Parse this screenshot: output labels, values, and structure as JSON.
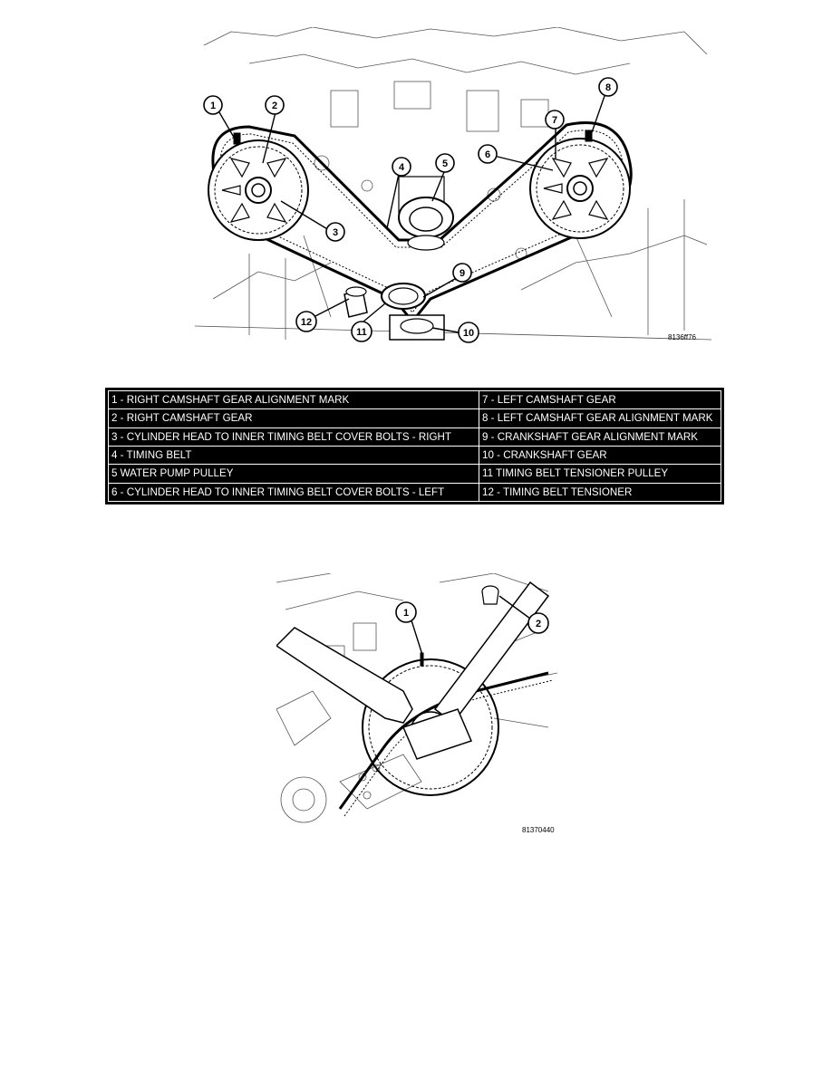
{
  "figure_1": {
    "callouts": [
      "1",
      "2",
      "3",
      "4",
      "5",
      "6",
      "7",
      "8",
      "9",
      "10",
      "11",
      "12"
    ],
    "code": "8136ff76"
  },
  "legend": {
    "rows": [
      {
        "left": "1 - RIGHT CAMSHAFT GEAR ALIGNMENT MARK",
        "right": "7 - LEFT CAMSHAFT GEAR"
      },
      {
        "left": "2 - RIGHT CAMSHAFT GEAR",
        "right": "8 - LEFT CAMSHAFT GEAR ALIGNMENT MARK"
      },
      {
        "left": "3 - CYLINDER HEAD TO INNER TIMING BELT COVER BOLTS - RIGHT",
        "right": "9 - CRANKSHAFT GEAR ALIGNMENT MARK"
      },
      {
        "left": "4 - TIMING BELT",
        "right": "10 - CRANKSHAFT GEAR"
      },
      {
        "left": "5   WATER PUMP PULLEY",
        "right": "11   TIMING BELT TENSIONER PULLEY"
      },
      {
        "left": "6 - CYLINDER HEAD TO INNER TIMING BELT COVER BOLTS - LEFT",
        "right": "12 - TIMING BELT TENSIONER"
      }
    ]
  },
  "figure_2": {
    "callouts": [
      "1",
      "2"
    ],
    "code": "81370440"
  }
}
